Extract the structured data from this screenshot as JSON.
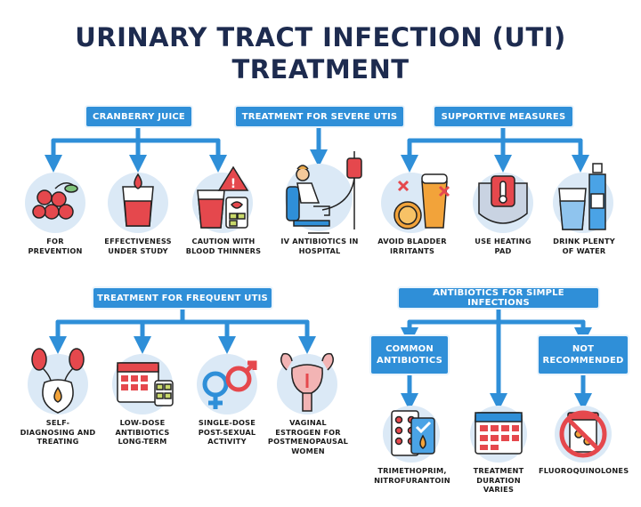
{
  "title_line1": "URINARY TRACT INFECTION (UTI)",
  "title_line2": "TREATMENT",
  "headers": {
    "cranberry": "CRANBERRY JUICE",
    "severe": "TREATMENT FOR SEVERE UTIS",
    "supportive": "SUPPORTIVE MEASURES",
    "frequent": "TREATMENT FOR FREQUENT UTIS",
    "simple": "ANTIBIOTICS FOR SIMPLE INFECTIONS",
    "common": "COMMON ANTIBIOTICS",
    "not_rec": "NOT RECOMMENDED"
  },
  "labels": {
    "prevention": "FOR PREVENTION",
    "effectiveness": "EFFECTIVENESS UNDER STUDY",
    "caution": "CAUTION WITH BLOOD THINNERS",
    "iv": "IV ANTIBIOTICS IN HOSPITAL",
    "avoid": "AVOID BLADDER IRRITANTS",
    "heating": "USE HEATING PAD",
    "water": "DRINK PLENTY OF WATER",
    "self": "SELF-DIAGNOSING AND TREATING",
    "lowdose": "LOW-DOSE ANTIBIOTICS LONG-TERM",
    "single": "SINGLE-DOSE POST-SEXUAL ACTIVITY",
    "vaginal": "VAGINAL ESTROGEN FOR POSTMENOPAUSAL WOMEN",
    "trimeth": "TRIMETHOPRIM, NITROFURANTOIN",
    "duration": "TREATMENT DURATION VARIES",
    "fluoro": "FLUOROQUINOLONES"
  },
  "colors": {
    "accent": "#2f8fd8",
    "dark": "#1d2b4f",
    "red": "#e5484d",
    "light_blue": "#dbe9f6"
  },
  "icons": [
    "cranberry-icon",
    "glass-drop-icon",
    "warning-juice-icon",
    "iv-patient-icon",
    "irritants-icon",
    "heating-pad-icon",
    "water-icon",
    "kidney-bladder-icon",
    "calendar-pills-icon",
    "gender-symbols-icon",
    "uterus-icon",
    "pill-pack-icon",
    "calendar-icon",
    "no-pills-icon"
  ]
}
